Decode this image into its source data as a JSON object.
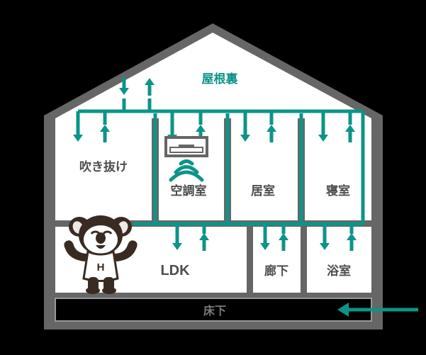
{
  "diagram": {
    "title_area": "house-cross-section-ventilation",
    "colors": {
      "structure_gray": "#666666",
      "duct_teal": "#0d9488",
      "room_fill": "#ffffff",
      "label_gray": "#4d4d4d",
      "underfloor_label": "#7a7a7a",
      "mascot_body": "#3a2b22",
      "mascot_shirt": "#ffffff",
      "background": "#000000"
    },
    "attic": {
      "label": "屋根裏",
      "arrows": [
        "down",
        "up"
      ]
    },
    "upper_floor_rooms": [
      {
        "id": "atrium",
        "label": "吹き抜け",
        "arrows": [
          "down",
          "up"
        ],
        "has_ac_unit": false
      },
      {
        "id": "ac-room",
        "label": "空調室",
        "arrows": [
          "down",
          "up"
        ],
        "has_ac_unit": true
      },
      {
        "id": "living-room",
        "label": "居室",
        "arrows": [
          "down",
          "up"
        ],
        "has_ac_unit": false
      },
      {
        "id": "bedroom",
        "label": "寝室",
        "arrows": [
          "down",
          "up"
        ],
        "has_ac_unit": false
      }
    ],
    "lower_floor_rooms": [
      {
        "id": "ldk",
        "label": "LDK",
        "arrows": [
          "down",
          "up"
        ]
      },
      {
        "id": "corridor",
        "label": "廊下",
        "arrows": [
          "down",
          "up"
        ]
      },
      {
        "id": "bathroom",
        "label": "浴室",
        "arrows": [
          "down",
          "up"
        ]
      }
    ],
    "underfloor": {
      "label": "床下",
      "intake_arrow": "left"
    },
    "ac_unit": {
      "name": "air-conditioner",
      "wave_count": 3
    },
    "mascot": {
      "name": "koala-mascot",
      "shirt_letter": "H"
    }
  }
}
